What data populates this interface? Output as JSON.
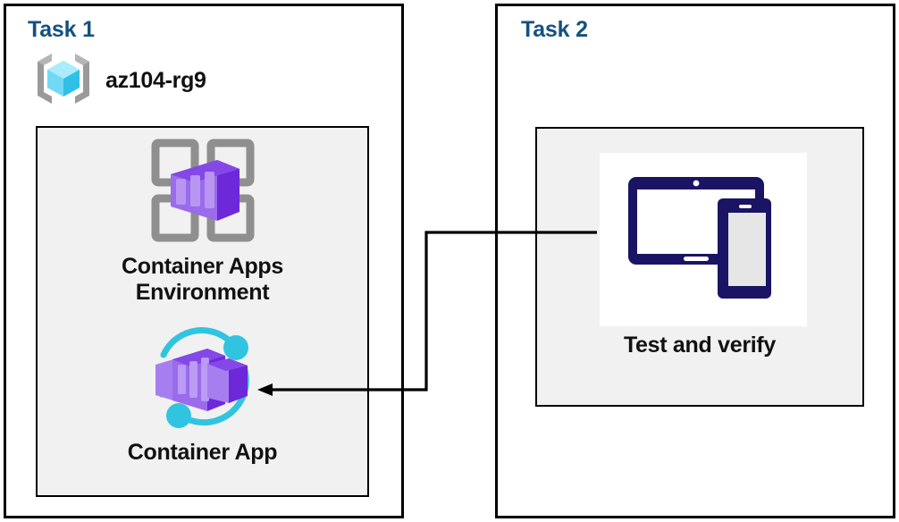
{
  "diagram": {
    "title_color": "#15517f",
    "panels": [
      {
        "id": "task1",
        "heading": "Task 1",
        "resource_group": {
          "icon": "azure-resource-group-icon",
          "label": "az104-rg9"
        },
        "nodes": [
          {
            "icon": "container-apps-environment-icon",
            "label": "Container Apps\nEnvironment",
            "line1": "Container Apps",
            "line2": "Environment"
          },
          {
            "icon": "container-app-icon",
            "label": "Container App",
            "line1": "Container App",
            "line2": ""
          }
        ]
      },
      {
        "id": "task2",
        "heading": "Task 2",
        "nodes": [
          {
            "icon": "tablet-and-phone-devices-icon",
            "label": "Test and verify"
          }
        ]
      }
    ],
    "connector": {
      "name": "test-to-container-app-arrow",
      "from": "Test and verify",
      "to": "Container App",
      "color": "#000000",
      "arrowhead": "left"
    },
    "colors": {
      "panel_border": "#000000",
      "inner_fill": "#f1f1f1",
      "heading": "#15517f",
      "azure_cube_light": "#7fe0fb",
      "azure_cube_mid": "#35c9f0",
      "azure_cube_dark": "#22b2d8",
      "bracket_gray": "#9a9a9a",
      "container_purple_light": "#a67ef0",
      "container_purple_mid": "#8a4fe0",
      "container_purple_dark": "#6d28d9",
      "accent_cyan": "#31c4e0",
      "device_navy": "#1b1464"
    }
  }
}
